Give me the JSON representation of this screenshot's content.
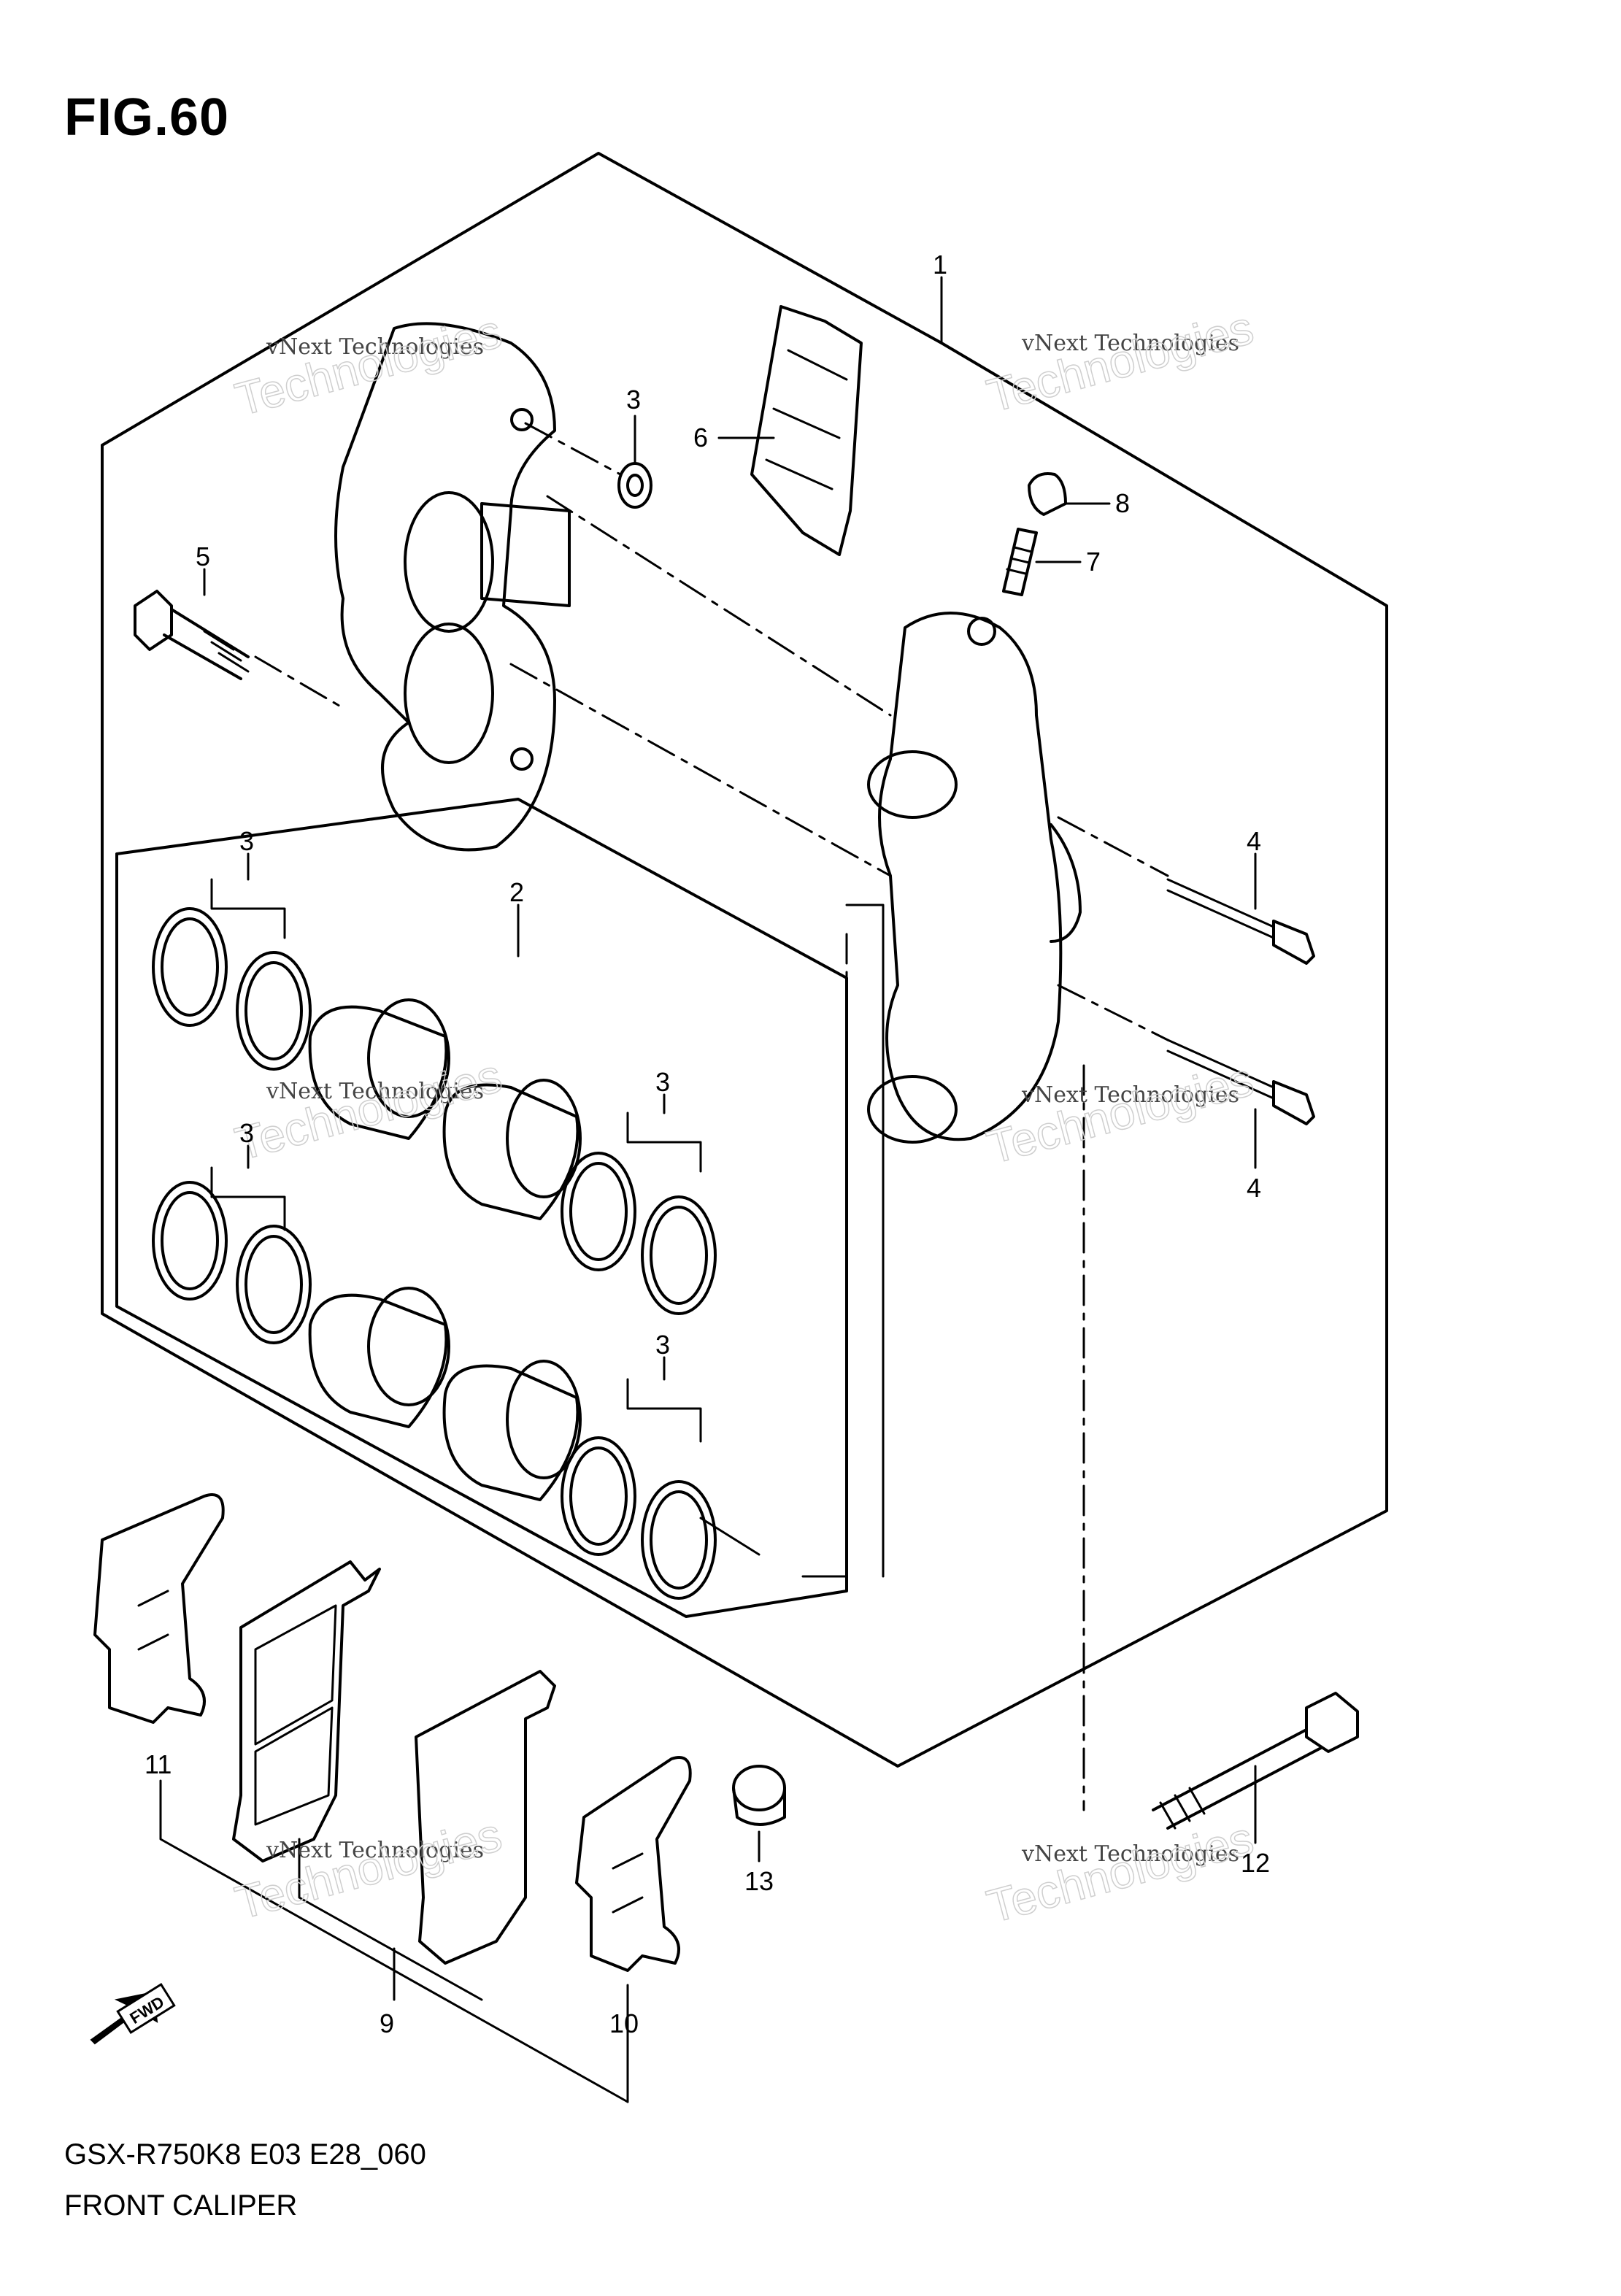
{
  "figure": {
    "title": "FIG.60"
  },
  "footer": {
    "model_code": "GSX-R750K8 E03 E28_060",
    "part_name": "FRONT CALIPER"
  },
  "fwd_label": "FWD",
  "watermark": {
    "line1": "vNext Technologies",
    "line2": "Technologies"
  },
  "callouts": [
    "1",
    "2",
    "3",
    "3",
    "3",
    "3",
    "4",
    "4",
    "5",
    "6",
    "7",
    "8",
    "9",
    "10",
    "11",
    "12",
    "13"
  ],
  "colors": {
    "line": "#000000",
    "watermark": "#cfcfcf"
  }
}
